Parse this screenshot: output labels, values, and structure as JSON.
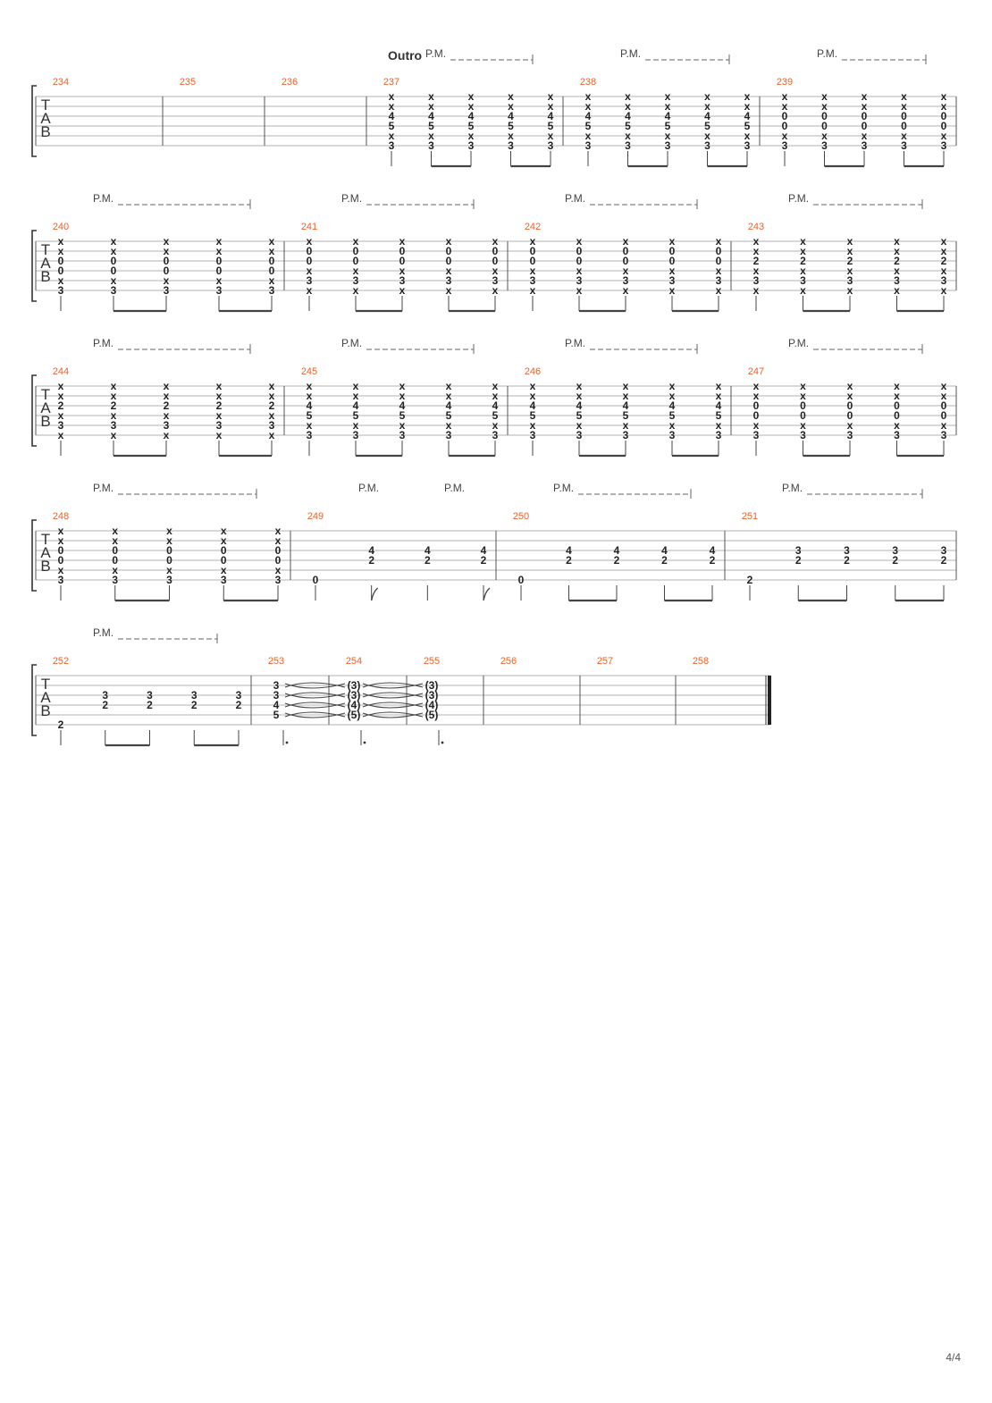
{
  "page": {
    "section_label": "Outro",
    "pm_label": "P.M.",
    "tab_letters": [
      "T",
      "A",
      "B"
    ],
    "page_number": "4/4"
  },
  "systems": [
    {
      "measures": [
        {
          "number": "234",
          "beats": []
        },
        {
          "number": "235",
          "beats": []
        },
        {
          "number": "236",
          "beats": []
        },
        {
          "number": "237",
          "section": true,
          "pm": true,
          "beats": [
            [
              "x",
              "x",
              "4",
              "5",
              "x",
              "3"
            ],
            [
              "x",
              "x",
              "4",
              "5",
              "x",
              "3"
            ],
            [
              "x",
              "x",
              "4",
              "5",
              "x",
              "3"
            ],
            [
              "x",
              "x",
              "4",
              "5",
              "x",
              "3"
            ],
            [
              "x",
              "x",
              "4",
              "5",
              "x",
              "3"
            ]
          ]
        },
        {
          "number": "238",
          "pm": true,
          "beats": [
            [
              "x",
              "x",
              "4",
              "5",
              "x",
              "3"
            ],
            [
              "x",
              "x",
              "4",
              "5",
              "x",
              "3"
            ],
            [
              "x",
              "x",
              "4",
              "5",
              "x",
              "3"
            ],
            [
              "x",
              "x",
              "4",
              "5",
              "x",
              "3"
            ],
            [
              "x",
              "x",
              "4",
              "5",
              "x",
              "3"
            ]
          ]
        },
        {
          "number": "239",
          "pm": true,
          "beats": [
            [
              "x",
              "x",
              "0",
              "0",
              "x",
              "3"
            ],
            [
              "x",
              "x",
              "0",
              "0",
              "x",
              "3"
            ],
            [
              "x",
              "x",
              "0",
              "0",
              "x",
              "3"
            ],
            [
              "x",
              "x",
              "0",
              "0",
              "x",
              "3"
            ],
            [
              "x",
              "x",
              "0",
              "0",
              "x",
              "3"
            ]
          ]
        }
      ]
    },
    {
      "measures": [
        {
          "number": "240",
          "pm": true,
          "beats": [
            [
              "x",
              "x",
              "0",
              "0",
              "x",
              "3"
            ],
            [
              "x",
              "x",
              "0",
              "0",
              "x",
              "3"
            ],
            [
              "x",
              "x",
              "0",
              "0",
              "x",
              "3"
            ],
            [
              "x",
              "x",
              "0",
              "0",
              "x",
              "3"
            ],
            [
              "x",
              "x",
              "0",
              "0",
              "x",
              "3"
            ]
          ]
        },
        {
          "number": "241",
          "pm": true,
          "beats": [
            [
              "x",
              "0",
              "0",
              "x",
              "3",
              "x"
            ],
            [
              "x",
              "0",
              "0",
              "x",
              "3",
              "x"
            ],
            [
              "x",
              "0",
              "0",
              "x",
              "3",
              "x"
            ],
            [
              "x",
              "0",
              "0",
              "x",
              "3",
              "x"
            ],
            [
              "x",
              "0",
              "0",
              "x",
              "3",
              "x"
            ]
          ]
        },
        {
          "number": "242",
          "pm": true,
          "beats": [
            [
              "x",
              "0",
              "0",
              "x",
              "3",
              "x"
            ],
            [
              "x",
              "0",
              "0",
              "x",
              "3",
              "x"
            ],
            [
              "x",
              "0",
              "0",
              "x",
              "3",
              "x"
            ],
            [
              "x",
              "0",
              "0",
              "x",
              "3",
              "x"
            ],
            [
              "x",
              "0",
              "0",
              "x",
              "3",
              "x"
            ]
          ]
        },
        {
          "number": "243",
          "pm": true,
          "beats": [
            [
              "x",
              "x",
              "2",
              "x",
              "3",
              "x"
            ],
            [
              "x",
              "x",
              "2",
              "x",
              "3",
              "x"
            ],
            [
              "x",
              "x",
              "2",
              "x",
              "3",
              "x"
            ],
            [
              "x",
              "x",
              "2",
              "x",
              "3",
              "x"
            ],
            [
              "x",
              "x",
              "2",
              "x",
              "3",
              "x"
            ]
          ]
        }
      ]
    },
    {
      "measures": [
        {
          "number": "244",
          "pm": true,
          "beats": [
            [
              "x",
              "x",
              "2",
              "x",
              "3",
              "x"
            ],
            [
              "x",
              "x",
              "2",
              "x",
              "3",
              "x"
            ],
            [
              "x",
              "x",
              "2",
              "x",
              "3",
              "x"
            ],
            [
              "x",
              "x",
              "2",
              "x",
              "3",
              "x"
            ],
            [
              "x",
              "x",
              "2",
              "x",
              "3",
              "x"
            ]
          ]
        },
        {
          "number": "245",
          "pm": true,
          "beats": [
            [
              "x",
              "x",
              "4",
              "5",
              "x",
              "3"
            ],
            [
              "x",
              "x",
              "4",
              "5",
              "x",
              "3"
            ],
            [
              "x",
              "x",
              "4",
              "5",
              "x",
              "3"
            ],
            [
              "x",
              "x",
              "4",
              "5",
              "x",
              "3"
            ],
            [
              "x",
              "x",
              "4",
              "5",
              "x",
              "3"
            ]
          ]
        },
        {
          "number": "246",
          "pm": true,
          "beats": [
            [
              "x",
              "x",
              "4",
              "5",
              "x",
              "3"
            ],
            [
              "x",
              "x",
              "4",
              "5",
              "x",
              "3"
            ],
            [
              "x",
              "x",
              "4",
              "5",
              "x",
              "3"
            ],
            [
              "x",
              "x",
              "4",
              "5",
              "x",
              "3"
            ],
            [
              "x",
              "x",
              "4",
              "5",
              "x",
              "3"
            ]
          ]
        },
        {
          "number": "247",
          "pm": true,
          "beats": [
            [
              "x",
              "x",
              "0",
              "0",
              "x",
              "3"
            ],
            [
              "x",
              "x",
              "0",
              "0",
              "x",
              "3"
            ],
            [
              "x",
              "x",
              "0",
              "0",
              "x",
              "3"
            ],
            [
              "x",
              "x",
              "0",
              "0",
              "x",
              "3"
            ],
            [
              "x",
              "x",
              "0",
              "0",
              "x",
              "3"
            ]
          ]
        }
      ]
    },
    {
      "measures": [
        {
          "number": "248",
          "pm": true,
          "beats": [
            [
              "x",
              "x",
              "0",
              "0",
              "x",
              "3"
            ],
            [
              "x",
              "x",
              "0",
              "0",
              "x",
              "3"
            ],
            [
              "x",
              "x",
              "0",
              "0",
              "x",
              "3"
            ],
            [
              "x",
              "x",
              "0",
              "0",
              "x",
              "3"
            ],
            [
              "x",
              "x",
              "0",
              "0",
              "x",
              "3"
            ]
          ]
        },
        {
          "number": "249",
          "pm2": true,
          "beats": [
            [
              "",
              "",
              "",
              "",
              "",
              "0"
            ],
            [
              "",
              "",
              "4",
              "2",
              "",
              ""
            ],
            [
              "",
              "",
              "4",
              "2",
              "",
              ""
            ],
            [
              "",
              "",
              "4",
              "2",
              "",
              ""
            ]
          ]
        },
        {
          "number": "250",
          "pm": true,
          "beats": [
            [
              "",
              "",
              "",
              "",
              "",
              "0"
            ],
            [
              "",
              "",
              "4",
              "2",
              "",
              ""
            ],
            [
              "",
              "",
              "4",
              "2",
              "",
              ""
            ],
            [
              "",
              "",
              "4",
              "2",
              "",
              ""
            ],
            [
              "",
              "",
              "4",
              "2",
              "",
              ""
            ]
          ]
        },
        {
          "number": "251",
          "pm": true,
          "beats": [
            [
              "",
              "",
              "",
              "",
              "",
              "2"
            ],
            [
              "",
              "",
              "3",
              "2",
              "",
              ""
            ],
            [
              "",
              "",
              "3",
              "2",
              "",
              ""
            ],
            [
              "",
              "",
              "3",
              "2",
              "",
              ""
            ],
            [
              "",
              "",
              "3",
              "2",
              "",
              ""
            ]
          ]
        }
      ]
    },
    {
      "measures": [
        {
          "number": "252",
          "pm": true,
          "beats": [
            [
              "",
              "",
              "",
              "",
              "",
              "2"
            ],
            [
              "",
              "",
              "3",
              "2",
              "",
              ""
            ],
            [
              "",
              "",
              "3",
              "2",
              "",
              ""
            ],
            [
              "",
              "",
              "3",
              "2",
              "",
              ""
            ],
            [
              "",
              "",
              "3",
              "2",
              "",
              ""
            ]
          ]
        },
        {
          "number": "253",
          "beats": [
            [
              "",
              "3",
              "3",
              "4",
              "5",
              ""
            ]
          ]
        },
        {
          "number": "254",
          "beats": [
            [
              "",
              "(3)",
              "(3)",
              "(4)",
              "(5)",
              ""
            ]
          ]
        },
        {
          "number": "255",
          "beats": [
            [
              "",
              "(3)",
              "(3)",
              "(4)",
              "(5)",
              ""
            ]
          ]
        },
        {
          "number": "256",
          "beats": []
        },
        {
          "number": "257",
          "beats": []
        },
        {
          "number": "258",
          "beats": []
        }
      ]
    }
  ]
}
